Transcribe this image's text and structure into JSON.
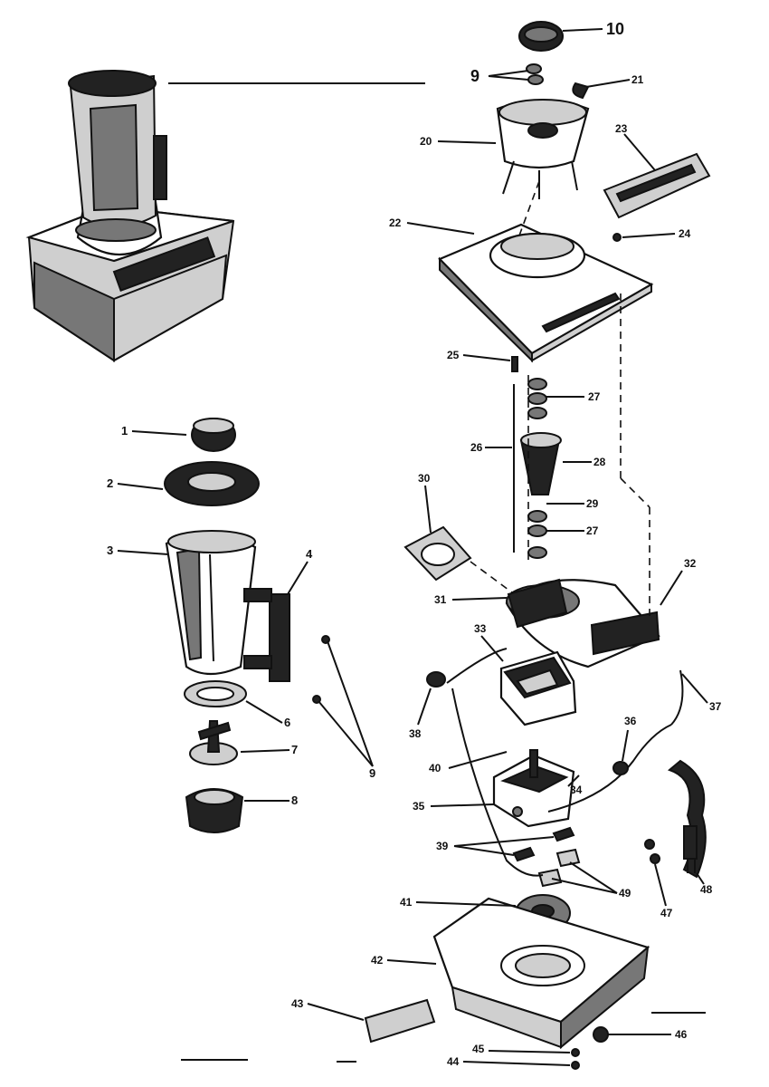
{
  "labels": {
    "l1": "1",
    "l2": "2",
    "l3": "3",
    "l4": "4",
    "l6": "6",
    "l7": "7",
    "l8": "8",
    "l9": "9",
    "l9b": "9",
    "l10": "10",
    "l20": "20",
    "l21": "21",
    "l22": "22",
    "l23": "23",
    "l24": "24",
    "l25": "25",
    "l26": "26",
    "l27a": "27",
    "l27b": "27",
    "l28": "28",
    "l29": "29",
    "l30": "30",
    "l31": "31",
    "l32": "32",
    "l33": "33",
    "l34": "34",
    "l35": "35",
    "l36": "36",
    "l37": "37",
    "l38": "38",
    "l39": "39",
    "l40": "40",
    "l41": "41",
    "l42": "42",
    "l43": "43",
    "l44": "44",
    "l45": "45",
    "l46": "46",
    "l47": "47",
    "l48": "48",
    "l49": "49"
  }
}
